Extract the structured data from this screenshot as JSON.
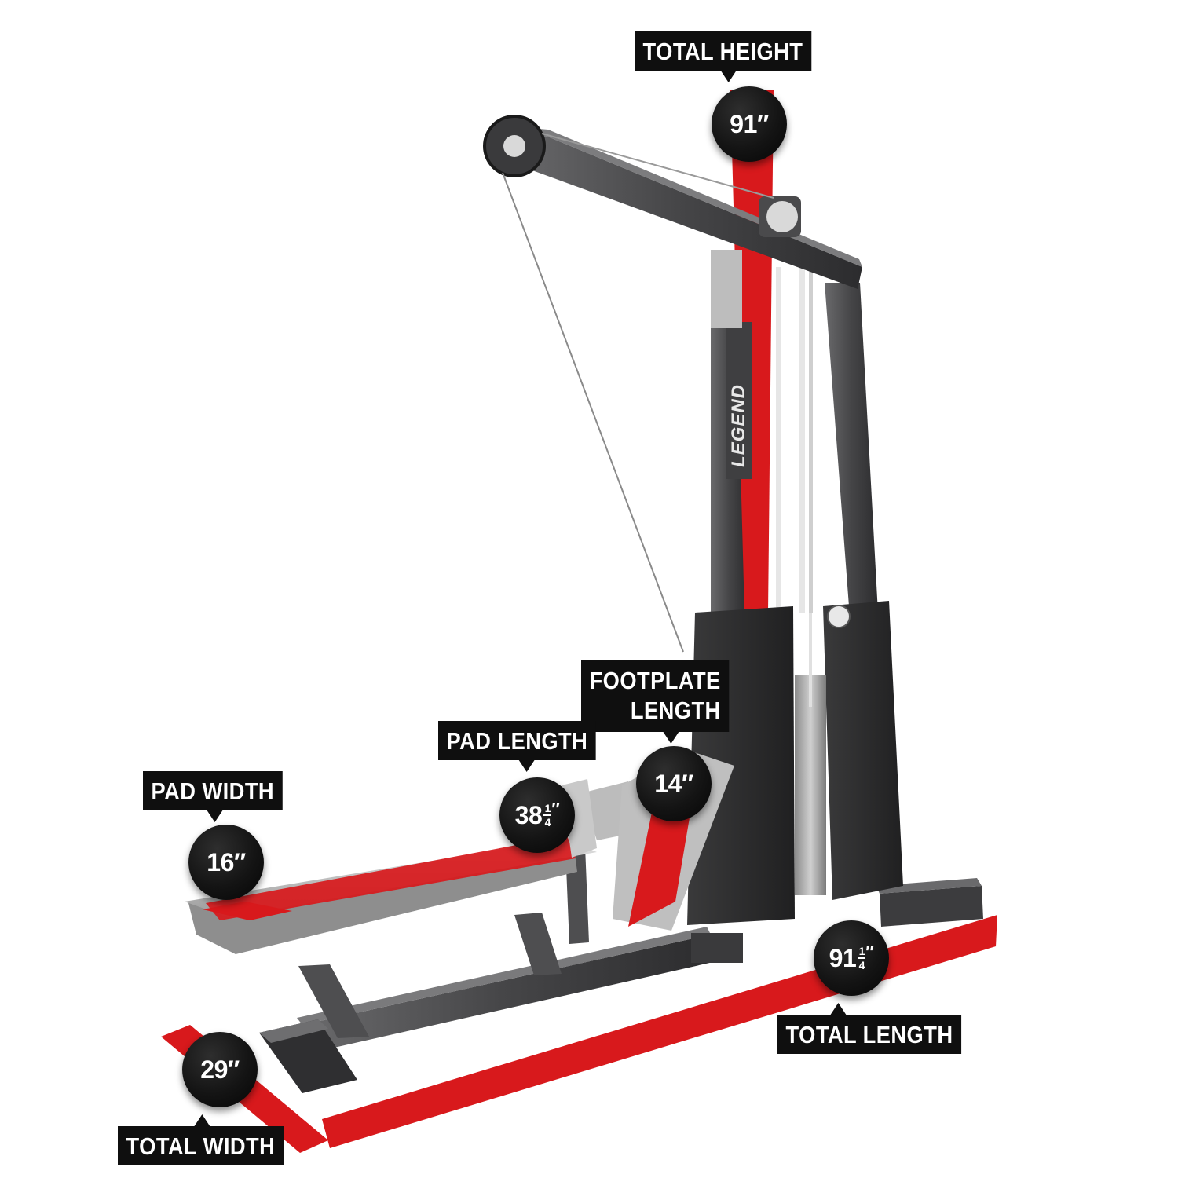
{
  "brand": {
    "logo_text": "LEGEND"
  },
  "colors": {
    "accent": "#d8191c",
    "frame": "#4b4b4d",
    "plate": "#2a2a2b",
    "tag": "#0f0f0f"
  },
  "dimensions": {
    "total_height": {
      "label": "TOTAL HEIGHT",
      "value": "91″"
    },
    "footplate_length": {
      "label_line1": "FOOTPLATE",
      "label_line2": "LENGTH",
      "value": "14″"
    },
    "pad_length": {
      "label": "PAD LENGTH",
      "value_whole": "38",
      "value_num": "1",
      "value_den": "4",
      "value_unit": "″"
    },
    "pad_width": {
      "label": "PAD WIDTH",
      "value": "16″"
    },
    "total_length": {
      "label": "TOTAL LENGTH",
      "value_whole": "91",
      "value_num": "1",
      "value_den": "4",
      "value_unit": "″"
    },
    "total_width": {
      "label": "TOTAL WIDTH",
      "value": "29″"
    }
  }
}
